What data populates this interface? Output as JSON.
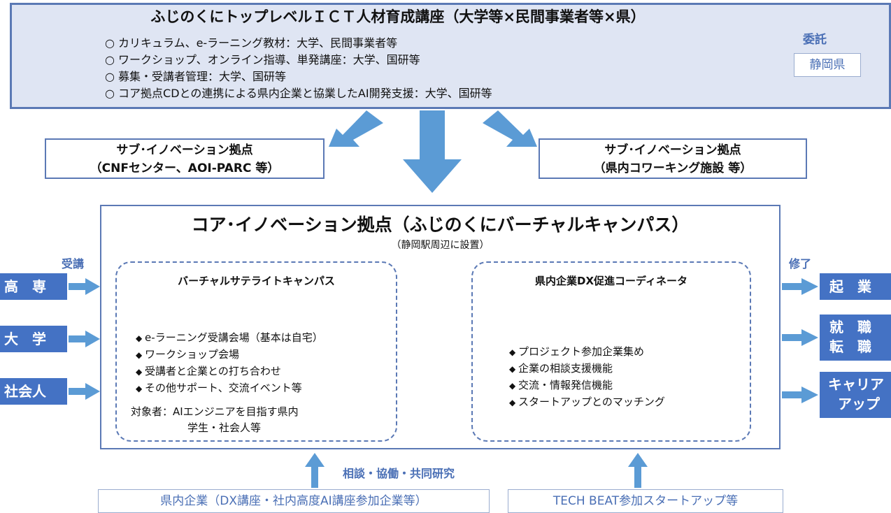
{
  "top": {
    "title": "ふじのくにトップレベルＩＣＴ人材育成講座（大学等×民間事業者等×県）",
    "items": [
      "カリキュラム、e-ラーニング教材：大学、民間事業者等",
      "ワークショップ、オンライン指導、単発講座：大学、国研等",
      "募集・受講者管理：大学、国研等",
      "コア拠点CDとの連携による県内企業と協業したAI開発支援：大学、国研等"
    ],
    "consign_label": "委託",
    "consign_value": "静岡県"
  },
  "sub_left": {
    "line1": "サブ･イノベーション拠点",
    "line2": "（CNFセンター、AOI-PARC 等）"
  },
  "sub_right": {
    "line1": "サブ･イノベーション拠点",
    "line2": "（県内コワーキング施設 等）"
  },
  "core": {
    "title": "コア･イノベーション拠点（ふじのくにバーチャルキャンパス）",
    "subtitle": "（静岡駅周辺に設置）",
    "left": {
      "title": "バーチャルサテライトキャンパス",
      "bullets": [
        "e-ラーニング受講会場（基本は自宅）",
        "ワークショップ会場",
        "受講者と企業との打ち合わせ",
        "その他サポート、交流イベント等"
      ],
      "target_line1": "対象者：AIエンジニアを目指す県内",
      "target_line2": "学生・社会人等"
    },
    "right": {
      "title": "県内企業DX促進コーディネータ",
      "bullets": [
        "プロジェクト参加企業集め",
        "企業の相談支援機能",
        "交流・情報発信機能",
        "スタートアップとのマッチング"
      ]
    }
  },
  "inputs": {
    "label": "受講",
    "items": [
      "高　専",
      "大　学",
      "社会人"
    ]
  },
  "outputs": {
    "label": "修了",
    "item1": "起　業",
    "item2_line1": "就　職",
    "item2_line2": "転　職",
    "item3_line1": "キャリア",
    "item3_line2": "アップ"
  },
  "bottom": {
    "consult_label": "相談・協働・共同研究",
    "left": "県内企業（DX講座・社内高度AI講座参加企業等）",
    "right": "TECH BEAT参加スタートアップ等"
  },
  "colors": {
    "accent": "#4472c4",
    "arrow": "#5b9bd5",
    "top_bg": "#dfe5f3",
    "border": "#5b79b5"
  }
}
